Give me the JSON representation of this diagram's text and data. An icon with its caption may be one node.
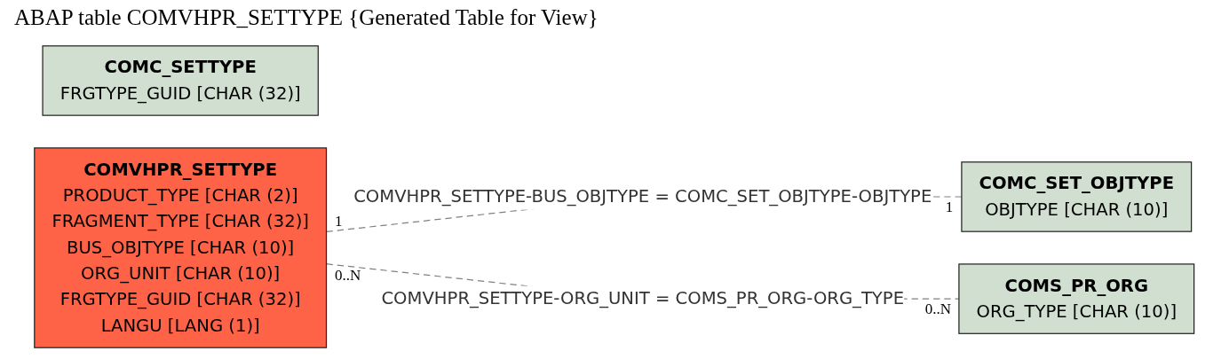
{
  "diagram": {
    "title": "ABAP table COMVHPR_SETTYPE {Generated Table for View}",
    "nodes": [
      {
        "text": [
          "COMC_SETTYPE",
          "FRGTYPE_GUID [CHAR (32)]"
        ]
      },
      {
        "text": [
          "COMVHPR_SETTYPE",
          "PRODUCT_TYPE [CHAR (2)]",
          "FRAGMENT_TYPE [CHAR (32)]",
          "BUS_OBJTYPE [CHAR (10)]",
          "ORG_UNIT [CHAR (10)]",
          "FRGTYPE_GUID [CHAR (32)]",
          "LANGU [LANG (1)]"
        ]
      },
      {
        "text": [
          "COMC_SET_OBJTYPE",
          "OBJTYPE [CHAR (10)]"
        ]
      },
      {
        "text": [
          "COMS_PR_ORG",
          "ORG_TYPE [CHAR (10)]"
        ]
      }
    ],
    "edges": [
      {
        "from": 1,
        "to": 2,
        "arrow": "none",
        "style": "dashed",
        "label": "COMVHPR_SETTYPE-BUS_OBJTYPE = COMC_SET_OBJTYPE-OBJTYPE"
      },
      {
        "from": 1,
        "to": 3,
        "arrow": "none",
        "style": "dashed",
        "label": "COMVHPR_SETTYPE-ORG_UNIT = COMS_PR_ORG-ORG_TYPE"
      }
    ],
    "labels": [
      "1",
      "1",
      "0..N",
      "0..N"
    ]
  }
}
